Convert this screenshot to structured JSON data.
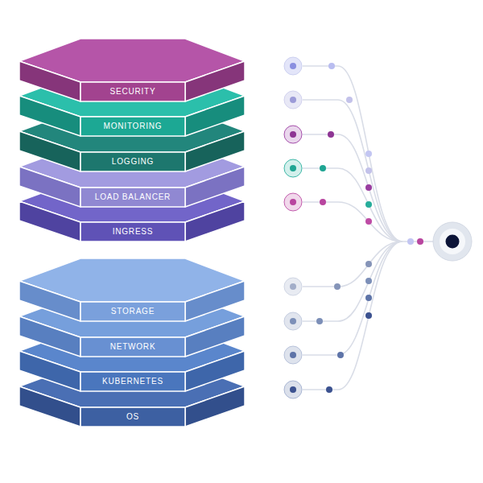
{
  "diagram": {
    "nodes": [
      {
        "text": [
          "SECURITY"
        ]
      },
      {
        "text": [
          "MONITORING"
        ]
      },
      {
        "text": [
          "LOGGING"
        ]
      },
      {
        "text": [
          "LOAD BALANCER"
        ]
      },
      {
        "text": [
          "INGRESS"
        ]
      },
      {
        "text": [
          "STORAGE"
        ]
      },
      {
        "text": [
          "NETWORK"
        ]
      },
      {
        "text": [
          "KUBERNETES"
        ]
      },
      {
        "text": [
          "OS"
        ]
      }
    ]
  }
}
